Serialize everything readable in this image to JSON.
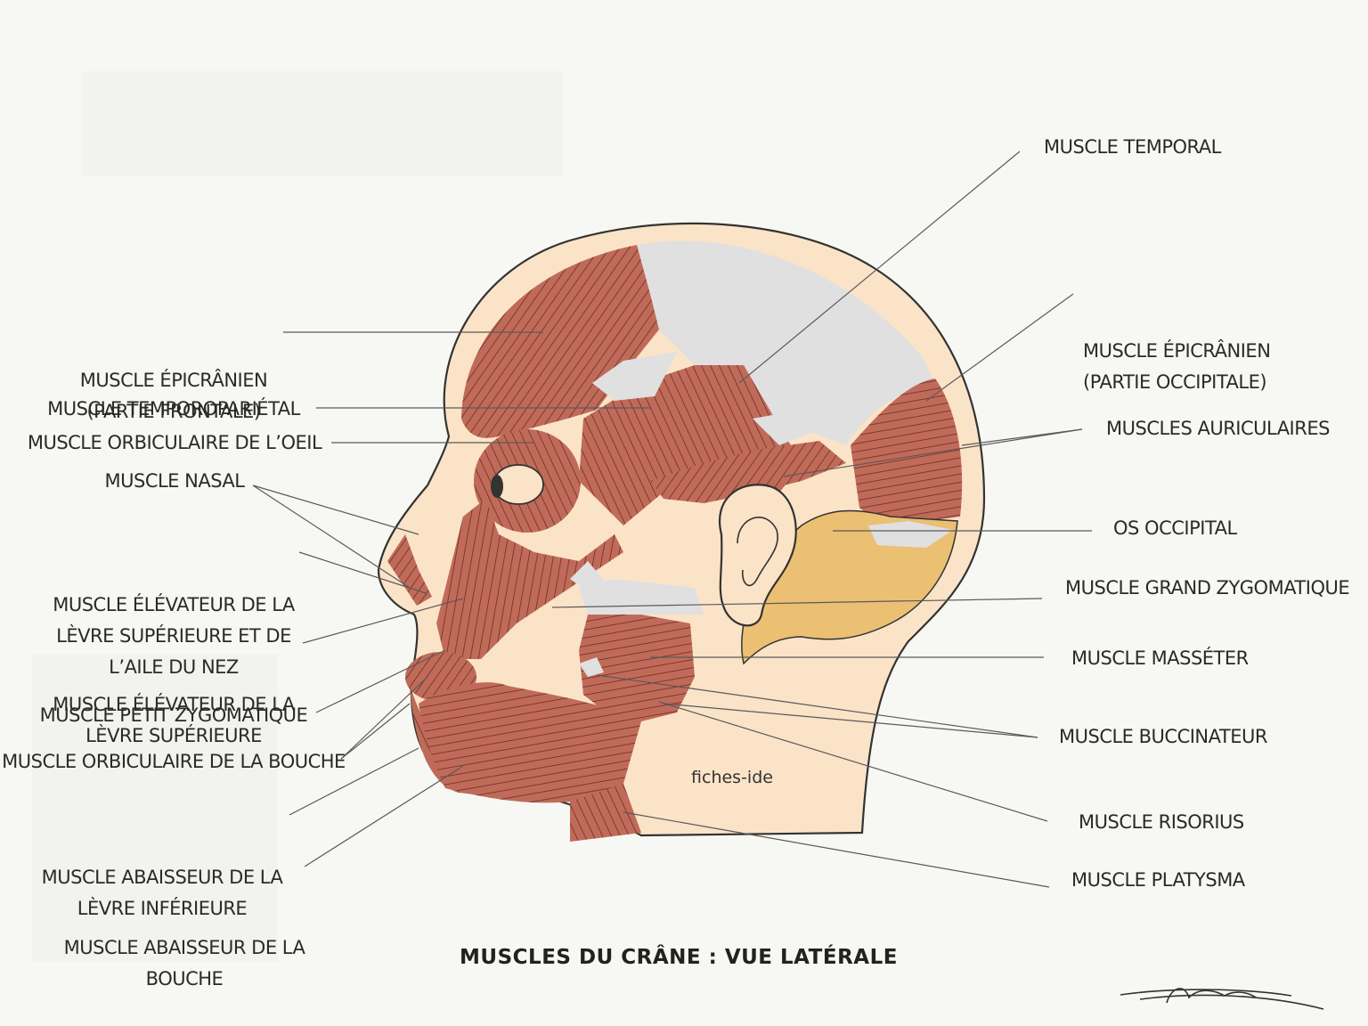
{
  "title": "MUSCLES DU CRÂNE : VUE LATÉRALE",
  "watermark": "fiches-ide",
  "colors": {
    "background": "#f7f7f3",
    "skin": "#fbe3c8",
    "muscle": "#c06b5a",
    "muscle_dark": "#6e2c22",
    "tendon": "#e0e0e0",
    "bone": "#ebc072",
    "outline": "#333333",
    "leader": "#5a5a5a"
  },
  "labels": {
    "left": [
      {
        "id": "epicranien_frontal",
        "lines": [
          "MUSCLE ÉPICRÂNIEN",
          "(PARTIE FRONTALE)"
        ]
      },
      {
        "id": "temporoparietal",
        "lines": [
          "MUSCLE TEMPOROPARIÉTAL"
        ]
      },
      {
        "id": "orbiculaire_oeil",
        "lines": [
          "MUSCLE ORBICULAIRE DE L’OEIL"
        ]
      },
      {
        "id": "nasal",
        "lines": [
          "MUSCLE NASAL"
        ]
      },
      {
        "id": "elevateur_levre_aile",
        "lines": [
          "MUSCLE ÉLÉVATEUR DE LA",
          "LÈVRE SUPÉRIEURE ET DE",
          "L’AILE DU NEZ"
        ]
      },
      {
        "id": "elevateur_levre",
        "lines": [
          "MUSCLE ÉLÉVATEUR DE LA",
          "LÈVRE SUPÉRIEURE"
        ]
      },
      {
        "id": "petit_zygomatique",
        "lines": [
          "MUSCLE PETIT ZYGOMATIQUE"
        ]
      },
      {
        "id": "orbiculaire_bouche",
        "lines": [
          "MUSCLE ORBICULAIRE DE LA BOUCHE"
        ]
      },
      {
        "id": "abaisseur_levre_inf",
        "lines": [
          "MUSCLE ABAISSEUR DE LA",
          "LÈVRE INFÉRIEURE"
        ]
      },
      {
        "id": "abaisseur_bouche",
        "lines": [
          "MUSCLE ABAISSEUR DE LA",
          "BOUCHE"
        ]
      }
    ],
    "right": [
      {
        "id": "temporal",
        "lines": [
          "MUSCLE TEMPORAL"
        ]
      },
      {
        "id": "epicranien_occipital",
        "lines": [
          "MUSCLE ÉPICRÂNIEN",
          "(PARTIE OCCIPITALE)"
        ]
      },
      {
        "id": "auriculaires",
        "lines": [
          "MUSCLES AURICULAIRES"
        ]
      },
      {
        "id": "os_occipital",
        "lines": [
          "OS OCCIPITAL"
        ]
      },
      {
        "id": "grand_zygomatique",
        "lines": [
          "MUSCLE GRAND ZYGOMATIQUE"
        ]
      },
      {
        "id": "masseter",
        "lines": [
          "MUSCLE MASSÉTER"
        ]
      },
      {
        "id": "buccinateur",
        "lines": [
          "MUSCLE BUCCINATEUR"
        ]
      },
      {
        "id": "risorius",
        "lines": [
          "MUSCLE RISORIUS"
        ]
      },
      {
        "id": "platysma",
        "lines": [
          "MUSCLE PLATYSMA"
        ]
      }
    ]
  }
}
